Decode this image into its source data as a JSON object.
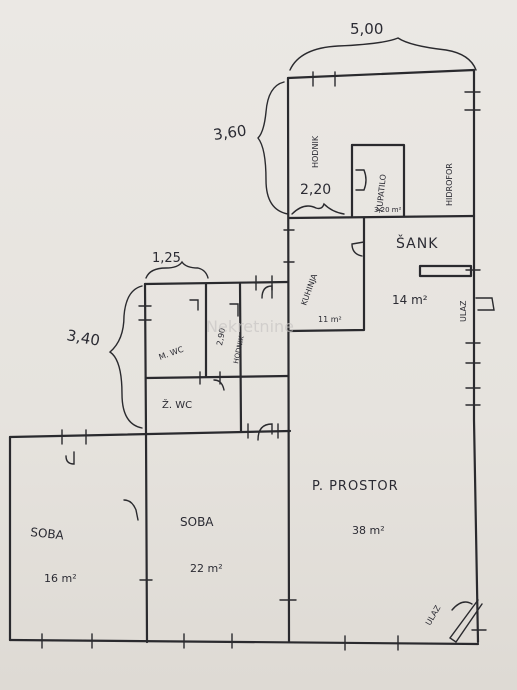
{
  "dimensions": {
    "top_width": "5,00",
    "hall_height": "3,60",
    "hall_width": "2,20",
    "wc_width": "1,25",
    "wc_height": "3,40"
  },
  "rooms": {
    "hodnik_top": "HODNIK",
    "kupatilo": "KUPATILO",
    "kupatilo_area": "3,20 m²",
    "hidrofor": "HIDROFOR",
    "sank": "ŠANK",
    "kuhinja": "KUHINJA",
    "kuhinja_area": "11 m²",
    "main_area": "14 m²",
    "ulaz_right": "ULAZ",
    "m_wc": "M. WC",
    "wc_area": "2,90",
    "hodnik_small": "HODNIK",
    "z_wc": "Ž. WC",
    "soba_left": "SOBA",
    "soba_left_area": "16 m²",
    "soba_mid": "SOBA",
    "soba_mid_area": "22 m²",
    "p_prostor": "P. PROSTOR",
    "p_prostor_area": "38 m²",
    "ulaz_bottom": "ULAZ"
  },
  "watermark": "Nekretnine"
}
